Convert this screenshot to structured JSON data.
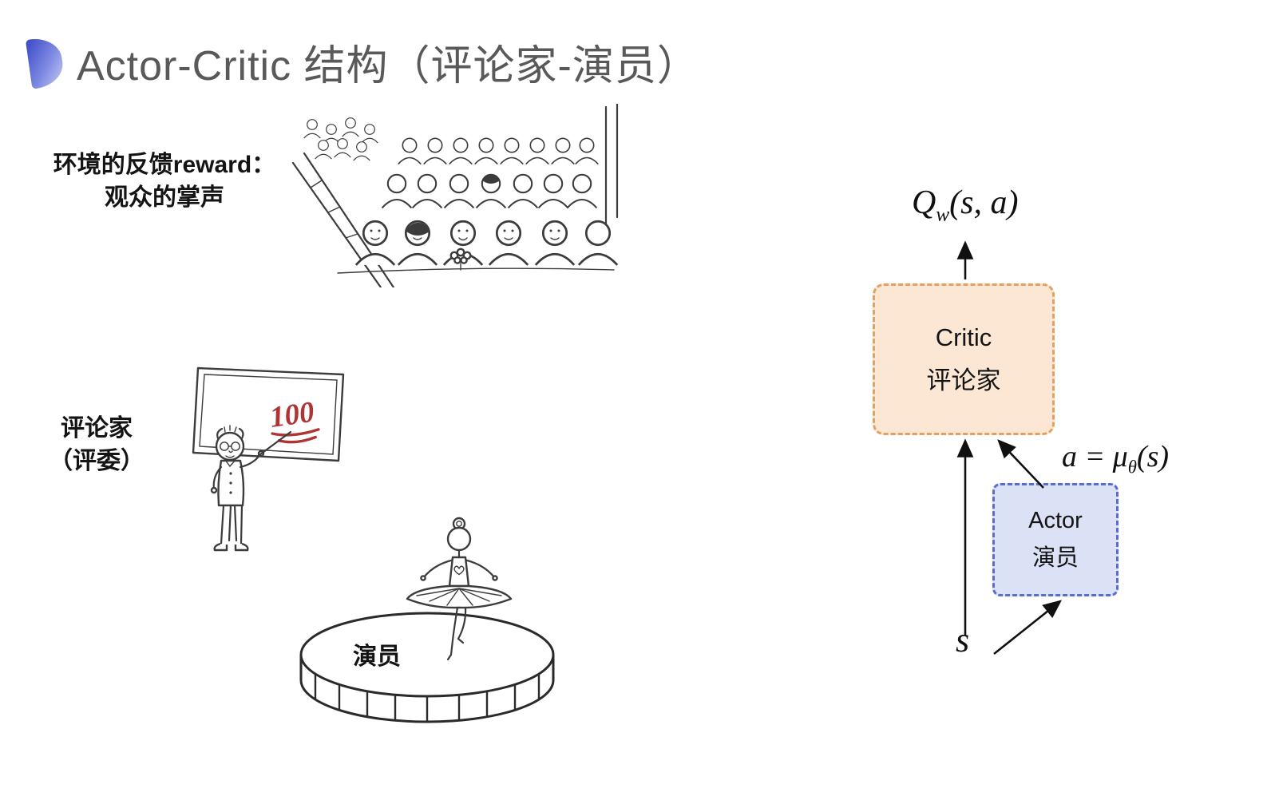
{
  "slide": {
    "title": "Actor-Critic 结构（评论家-演员）",
    "annotations": {
      "reward": {
        "line1": "环境的反馈reward：",
        "line2": "观众的掌声"
      },
      "critic": {
        "line1": "评论家",
        "line2": "（评委）"
      },
      "stage_label": "演员",
      "whiteboard_score": "100"
    },
    "diagram": {
      "q_formula": {
        "base": "Q",
        "sub": "w",
        "args": "(s, a)"
      },
      "critic_box": {
        "title": "Critic",
        "subtitle": "评论家"
      },
      "actor_box": {
        "title": "Actor",
        "subtitle": "演员"
      },
      "action_formula": {
        "lhs": "a = μ",
        "sub": "θ",
        "args": "(s)"
      },
      "state_label": "s"
    },
    "icons": {
      "title_bullet": "blue-leaf-bullet",
      "audience": "audience-sketch-illustration",
      "judge": "critic-judge-whiteboard-illustration",
      "stage": "ballerina-on-stage-illustration"
    },
    "colors": {
      "title_text": "#595959",
      "body_text": "#141414",
      "critic_box_fill": "#fbe7d3",
      "critic_box_border": "#e3a060",
      "actor_box_fill": "#dbe2f6",
      "actor_box_border": "#5a6cd3",
      "bullet_blue": "#3f4ec8",
      "score_red": "#b03434",
      "arrow_black": "#101010"
    }
  }
}
